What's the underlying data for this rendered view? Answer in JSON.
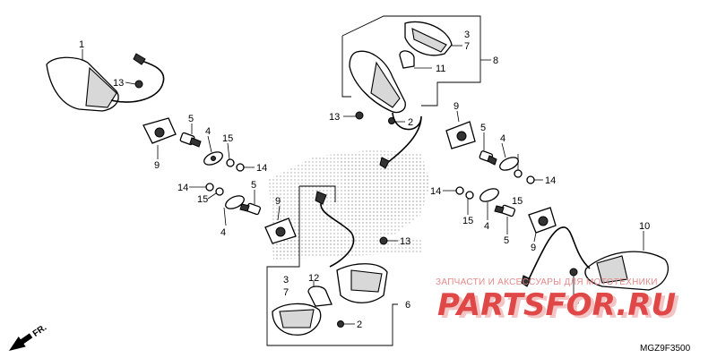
{
  "diagram": {
    "callouts": {
      "c1": "1",
      "c13a": "13",
      "c5a": "5",
      "c4a": "4",
      "c15a": "15",
      "c14a": "14",
      "c9a": "9",
      "c14b": "14",
      "c15b": "15",
      "c5b": "5",
      "c4b": "4",
      "c9b": "9",
      "c3a": "3",
      "c7a": "7",
      "c8": "8",
      "c11": "11",
      "c13b": "13",
      "c2a": "2",
      "c9c": "9",
      "c5c": "5",
      "c4c": "4",
      "c15c": "15",
      "c14c": "14",
      "c14d": "14",
      "c15d": "15",
      "c4d": "4",
      "c5d": "5",
      "c9d": "9",
      "c10": "10",
      "c13c": "13",
      "c13d": "13",
      "c3b": "3",
      "c7b": "7",
      "c12": "12",
      "c6": "6",
      "c2b": "2"
    },
    "direction_label": "FR.",
    "diagram_code": "MGZ9F3500"
  },
  "watermark": {
    "caption": "ЗАПЧАСТИ И АКСЕССУАРЫ ДЛЯ МОТОТЕХНИКИ",
    "logo": "PARTSFOR.RU"
  },
  "colors": {
    "line": "#000000",
    "watermark_red": "#e04848",
    "background_logo_dots": "#9a9a9a"
  }
}
